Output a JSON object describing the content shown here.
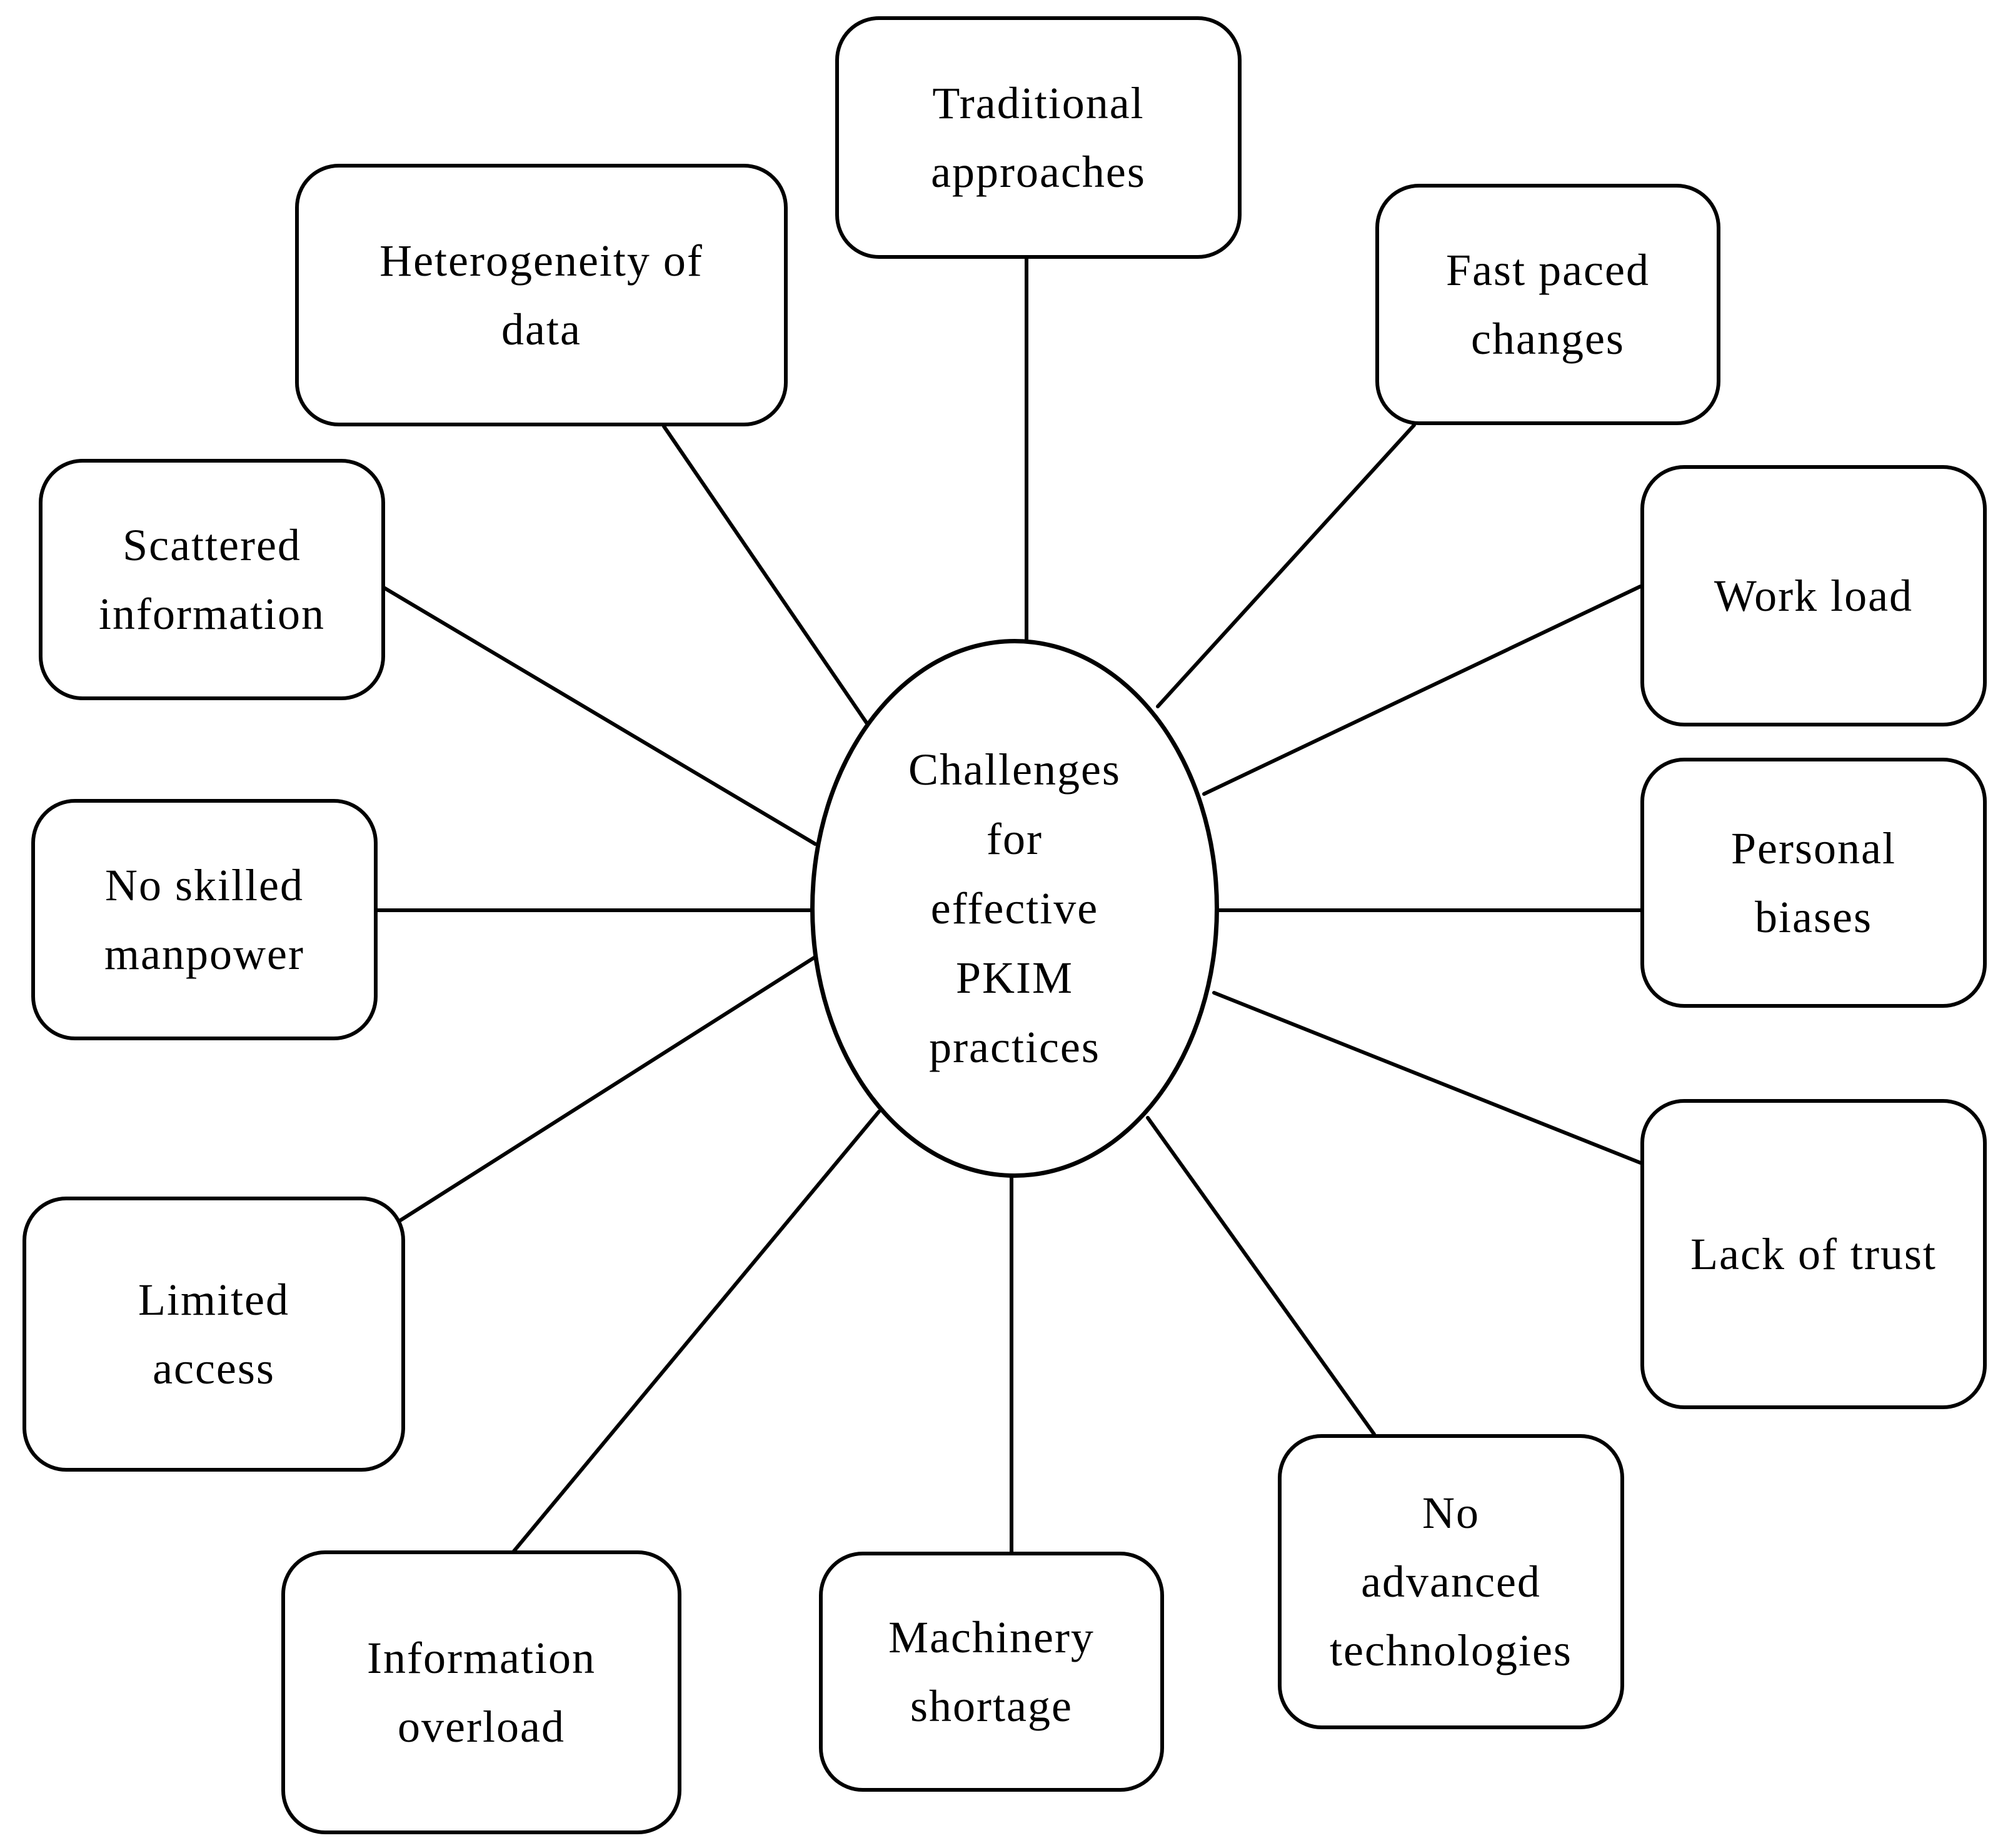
{
  "center": {
    "lines": [
      "Challenges",
      "for",
      "effective",
      "PKIM",
      "practices"
    ]
  },
  "nodes": [
    {
      "id": "traditional-approaches",
      "lines": [
        "Traditional",
        "approaches"
      ]
    },
    {
      "id": "fast-paced-changes",
      "lines": [
        "Fast paced",
        "changes"
      ]
    },
    {
      "id": "work-load",
      "lines": [
        "Work load"
      ]
    },
    {
      "id": "personal-biases",
      "lines": [
        "Personal",
        "biases"
      ]
    },
    {
      "id": "lack-of-trust",
      "lines": [
        "Lack of trust"
      ]
    },
    {
      "id": "no-advanced-technologies",
      "lines": [
        "No",
        "advanced",
        "technologies"
      ]
    },
    {
      "id": "machinery-shortage",
      "lines": [
        "Machinery",
        "shortage"
      ]
    },
    {
      "id": "information-overload",
      "lines": [
        "Information",
        "overload"
      ]
    },
    {
      "id": "limited-access",
      "lines": [
        "Limited",
        "access"
      ]
    },
    {
      "id": "no-skilled-manpower",
      "lines": [
        "No skilled",
        "manpower"
      ]
    },
    {
      "id": "scattered-information",
      "lines": [
        "Scattered",
        "information"
      ]
    },
    {
      "id": "heterogeneity-of-data",
      "lines": [
        "Heterogeneity of",
        "data"
      ]
    }
  ]
}
